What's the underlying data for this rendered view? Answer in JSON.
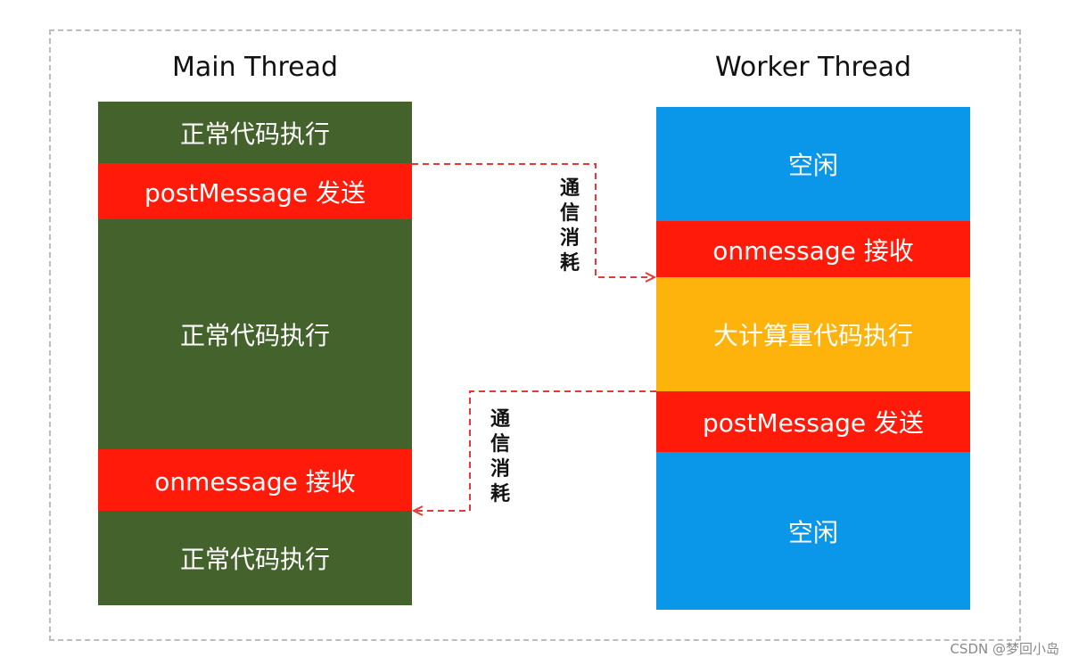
{
  "main_thread": {
    "title": "Main Thread",
    "blocks": [
      {
        "label": "正常代码执行",
        "color": "#44622b"
      },
      {
        "label": "postMessage 发送",
        "color": "#ff1a0a"
      },
      {
        "label": "正常代码执行",
        "color": "#44622b"
      },
      {
        "label": "onmessage 接收",
        "color": "#ff1a0a"
      },
      {
        "label": "正常代码执行",
        "color": "#44622b"
      }
    ]
  },
  "worker_thread": {
    "title": "Worker Thread",
    "blocks": [
      {
        "label": "空闲",
        "color": "#0a97ea"
      },
      {
        "label": "onmessage 接收",
        "color": "#ff1a0a"
      },
      {
        "label": "大计算量代码执行",
        "color": "#fdb20c"
      },
      {
        "label": "postMessage 发送",
        "color": "#ff1a0a"
      },
      {
        "label": "空闲",
        "color": "#0a97ea"
      }
    ]
  },
  "connectors": {
    "to_worker": {
      "label_chars": [
        "通",
        "信",
        "消",
        "耗"
      ]
    },
    "to_main": {
      "label_chars": [
        "通",
        "信",
        "消",
        "耗"
      ]
    },
    "color": "#e53935"
  },
  "watermark": "CSDN @梦回小岛"
}
